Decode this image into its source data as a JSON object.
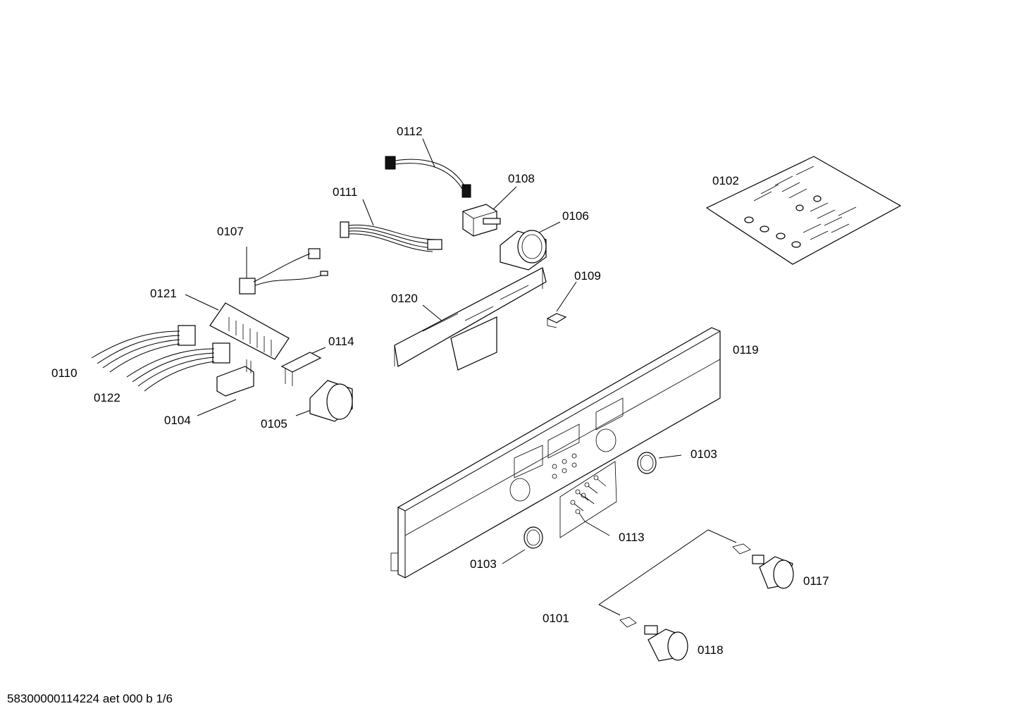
{
  "labels": {
    "p0101": "0101",
    "p0102": "0102",
    "p0103a": "0103",
    "p0103b": "0103",
    "p0104": "0104",
    "p0105": "0105",
    "p0106": "0106",
    "p0107": "0107",
    "p0108": "0108",
    "p0109": "0109",
    "p0110": "0110",
    "p0111": "0111",
    "p0112": "0112",
    "p0113": "0113",
    "p0114": "0114",
    "p0117": "0117",
    "p0118": "0118",
    "p0119": "0119",
    "p0120": "0120",
    "p0121": "0121",
    "p0122": "0122"
  },
  "footer": "58300000114224 aet 000 b 1/6"
}
